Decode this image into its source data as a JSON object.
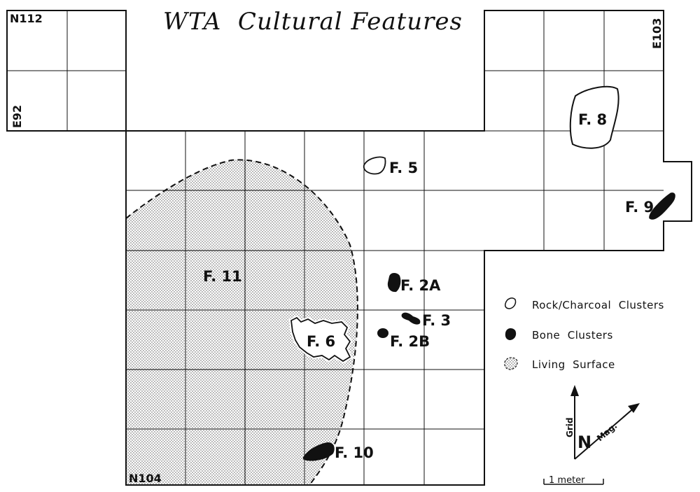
{
  "map": {
    "title": "WTA  Cultural Features",
    "grid_labels": {
      "n112": "N112",
      "e92": "E92",
      "e103": "E103",
      "n104": "N104"
    },
    "features": {
      "f2a": "F. 2A",
      "f2b": "F. 2B",
      "f3": "F. 3",
      "f5": "F. 5",
      "f6": "F. 6",
      "f8": "F. 8",
      "f9": "F. 9",
      "f10": "F. 10",
      "f11": "F. 11"
    },
    "legend": {
      "rock": "Rock/Charcoal  Clusters",
      "bone": "Bone  Clusters",
      "living": "Living  Surface"
    },
    "north_arrow": {
      "n": "N",
      "grid": "Grid",
      "mag": "Mag."
    },
    "scale": {
      "label": "1 meter"
    }
  }
}
